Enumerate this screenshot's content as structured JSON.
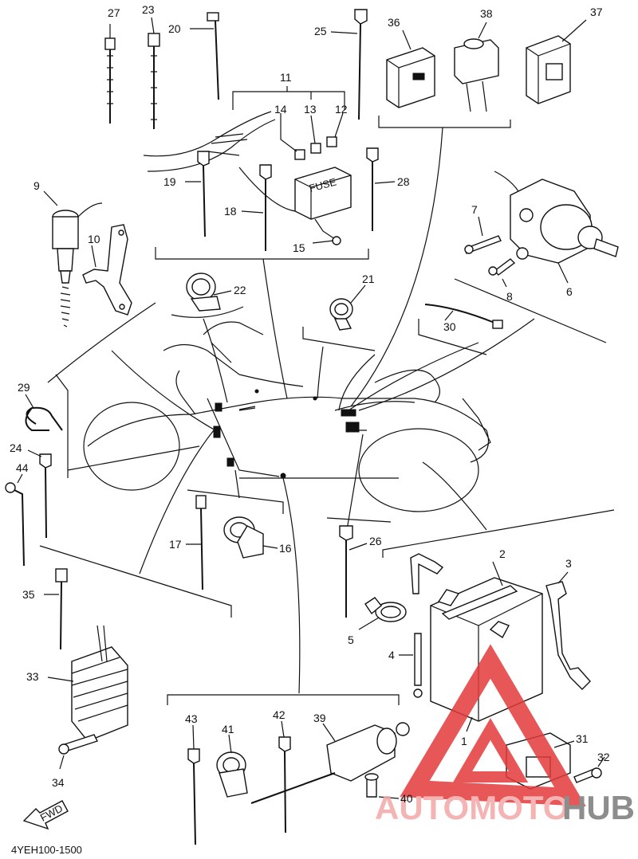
{
  "diagram": {
    "code": "4YEH100-1500",
    "fwd_label": "FWD",
    "fuse_label": "FUSE",
    "callouts": [
      {
        "id": "c1",
        "text": "1"
      },
      {
        "id": "c2",
        "text": "2"
      },
      {
        "id": "c3",
        "text": "3"
      },
      {
        "id": "c4",
        "text": "4"
      },
      {
        "id": "c5",
        "text": "5"
      },
      {
        "id": "c6",
        "text": "6"
      },
      {
        "id": "c7",
        "text": "7"
      },
      {
        "id": "c8",
        "text": "8"
      },
      {
        "id": "c9",
        "text": "9"
      },
      {
        "id": "c10",
        "text": "10"
      },
      {
        "id": "c11",
        "text": "11"
      },
      {
        "id": "c12",
        "text": "12"
      },
      {
        "id": "c13",
        "text": "13"
      },
      {
        "id": "c14",
        "text": "14"
      },
      {
        "id": "c15",
        "text": "15"
      },
      {
        "id": "c16",
        "text": "16"
      },
      {
        "id": "c17",
        "text": "17"
      },
      {
        "id": "c18",
        "text": "18"
      },
      {
        "id": "c19",
        "text": "19"
      },
      {
        "id": "c20",
        "text": "20"
      },
      {
        "id": "c21",
        "text": "21"
      },
      {
        "id": "c22",
        "text": "22"
      },
      {
        "id": "c23",
        "text": "23"
      },
      {
        "id": "c24",
        "text": "24"
      },
      {
        "id": "c25",
        "text": "25"
      },
      {
        "id": "c26",
        "text": "26"
      },
      {
        "id": "c27",
        "text": "27"
      },
      {
        "id": "c28",
        "text": "28"
      },
      {
        "id": "c29",
        "text": "29"
      },
      {
        "id": "c30",
        "text": "30"
      },
      {
        "id": "c31",
        "text": "31"
      },
      {
        "id": "c32",
        "text": "32"
      },
      {
        "id": "c33",
        "text": "33"
      },
      {
        "id": "c34",
        "text": "34"
      },
      {
        "id": "c35",
        "text": "35"
      },
      {
        "id": "c36",
        "text": "36"
      },
      {
        "id": "c37",
        "text": "37"
      },
      {
        "id": "c38",
        "text": "38"
      },
      {
        "id": "c39",
        "text": "39"
      },
      {
        "id": "c40",
        "text": "40"
      },
      {
        "id": "c41",
        "text": "41"
      },
      {
        "id": "c42",
        "text": "42"
      },
      {
        "id": "c43",
        "text": "43"
      },
      {
        "id": "c44",
        "text": "44"
      }
    ]
  },
  "watermark": {
    "part1": "AUTOMOTO",
    "part2": "HUB",
    "color_main": "#f4a7a7",
    "color_hub": "#7a7a7a",
    "triangle_color": "#e43a3a"
  }
}
